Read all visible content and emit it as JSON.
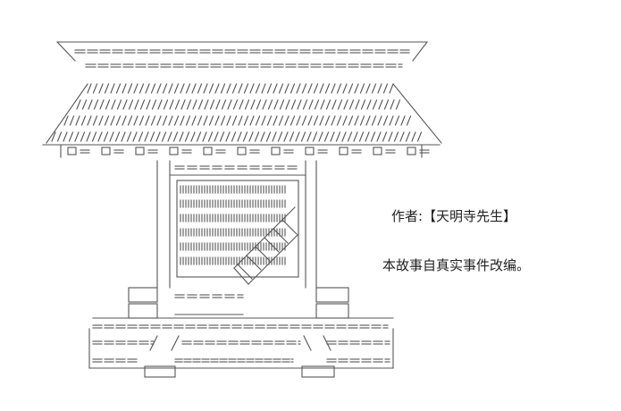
{
  "art": {
    "name": "ascii-art-temple-gate",
    "ink_color": "#555555"
  },
  "captions": {
    "author": "作者:【天明寺先生】",
    "note": "本故事自真实事件改编。"
  }
}
